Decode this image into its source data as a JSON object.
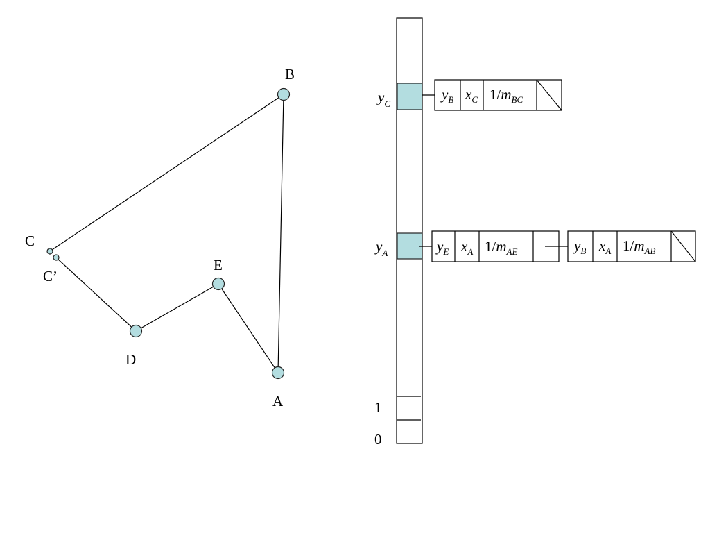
{
  "colors": {
    "vertex_fill": "#b3dde0",
    "bucket_fill": "#b3dde0",
    "line": "#000000"
  },
  "polygon": {
    "vertices": {
      "A": "A",
      "B": "B",
      "C": "C",
      "C_prime": "C’",
      "D": "D",
      "E": "E"
    }
  },
  "edge_table": {
    "row_labels": {
      "yC": {
        "main": "y",
        "sub": "C"
      },
      "yA": {
        "main": "y",
        "sub": "A"
      },
      "one": "1",
      "zero": "0"
    },
    "entries": {
      "BC": {
        "ymax": {
          "main": "y",
          "sub": "B"
        },
        "x": {
          "main": "x",
          "sub": "C"
        },
        "inv": {
          "pre": "1/",
          "main": "m",
          "sub": "BC"
        }
      },
      "AE": {
        "ymax": {
          "main": "y",
          "sub": "E"
        },
        "x": {
          "main": "x",
          "sub": "A"
        },
        "inv": {
          "pre": "1/",
          "main": "m",
          "sub": "AE"
        }
      },
      "AB": {
        "ymax": {
          "main": "y",
          "sub": "B"
        },
        "x": {
          "main": "x",
          "sub": "A"
        },
        "inv": {
          "pre": "1/",
          "main": "m",
          "sub": "AB"
        }
      }
    }
  }
}
